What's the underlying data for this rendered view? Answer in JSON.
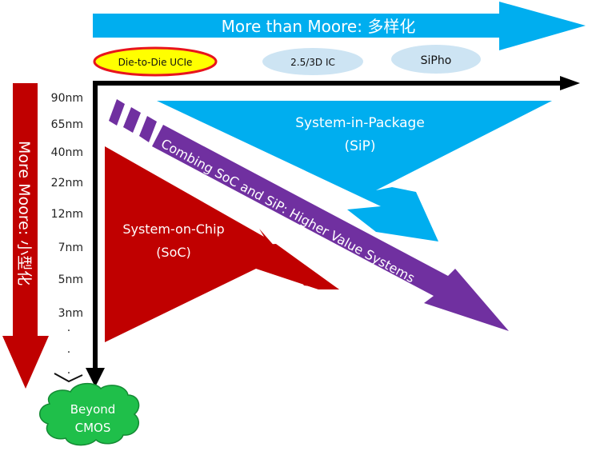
{
  "top_arrow": {
    "label": "More than Moore: 多样化",
    "color": "#00AEEF"
  },
  "categories": [
    {
      "label": "Die-to-Die UCIe",
      "fill": "#FFFF00",
      "stroke": "#E8141C",
      "highlighted": true
    },
    {
      "label": "2.5/3D IC",
      "fill": "#CDE4F3",
      "highlighted": false
    },
    {
      "label": "SiPho",
      "fill": "#CDE4F3",
      "highlighted": false
    }
  ],
  "left_arrow": {
    "label": "More Moore: 小型化",
    "color": "#C00000"
  },
  "nodes": [
    "90nm",
    "65nm",
    "40nm",
    "22nm",
    "12nm",
    "7nm",
    "5nm",
    "3nm"
  ],
  "ellipsis": [
    ".",
    ".",
    "."
  ],
  "soc": {
    "line1": "System-on-Chip",
    "line2": "(SoC)",
    "color": "#C00000"
  },
  "sip": {
    "line1": "System-in-Package",
    "line2": "(SiP)",
    "color": "#00AEEF"
  },
  "combined": {
    "label": "Combing SoC and SiP: Higher Value Systems",
    "color": "#7030A0"
  },
  "beyond": {
    "line1": "Beyond",
    "line2": "CMOS",
    "color": "#1FBF4A"
  }
}
